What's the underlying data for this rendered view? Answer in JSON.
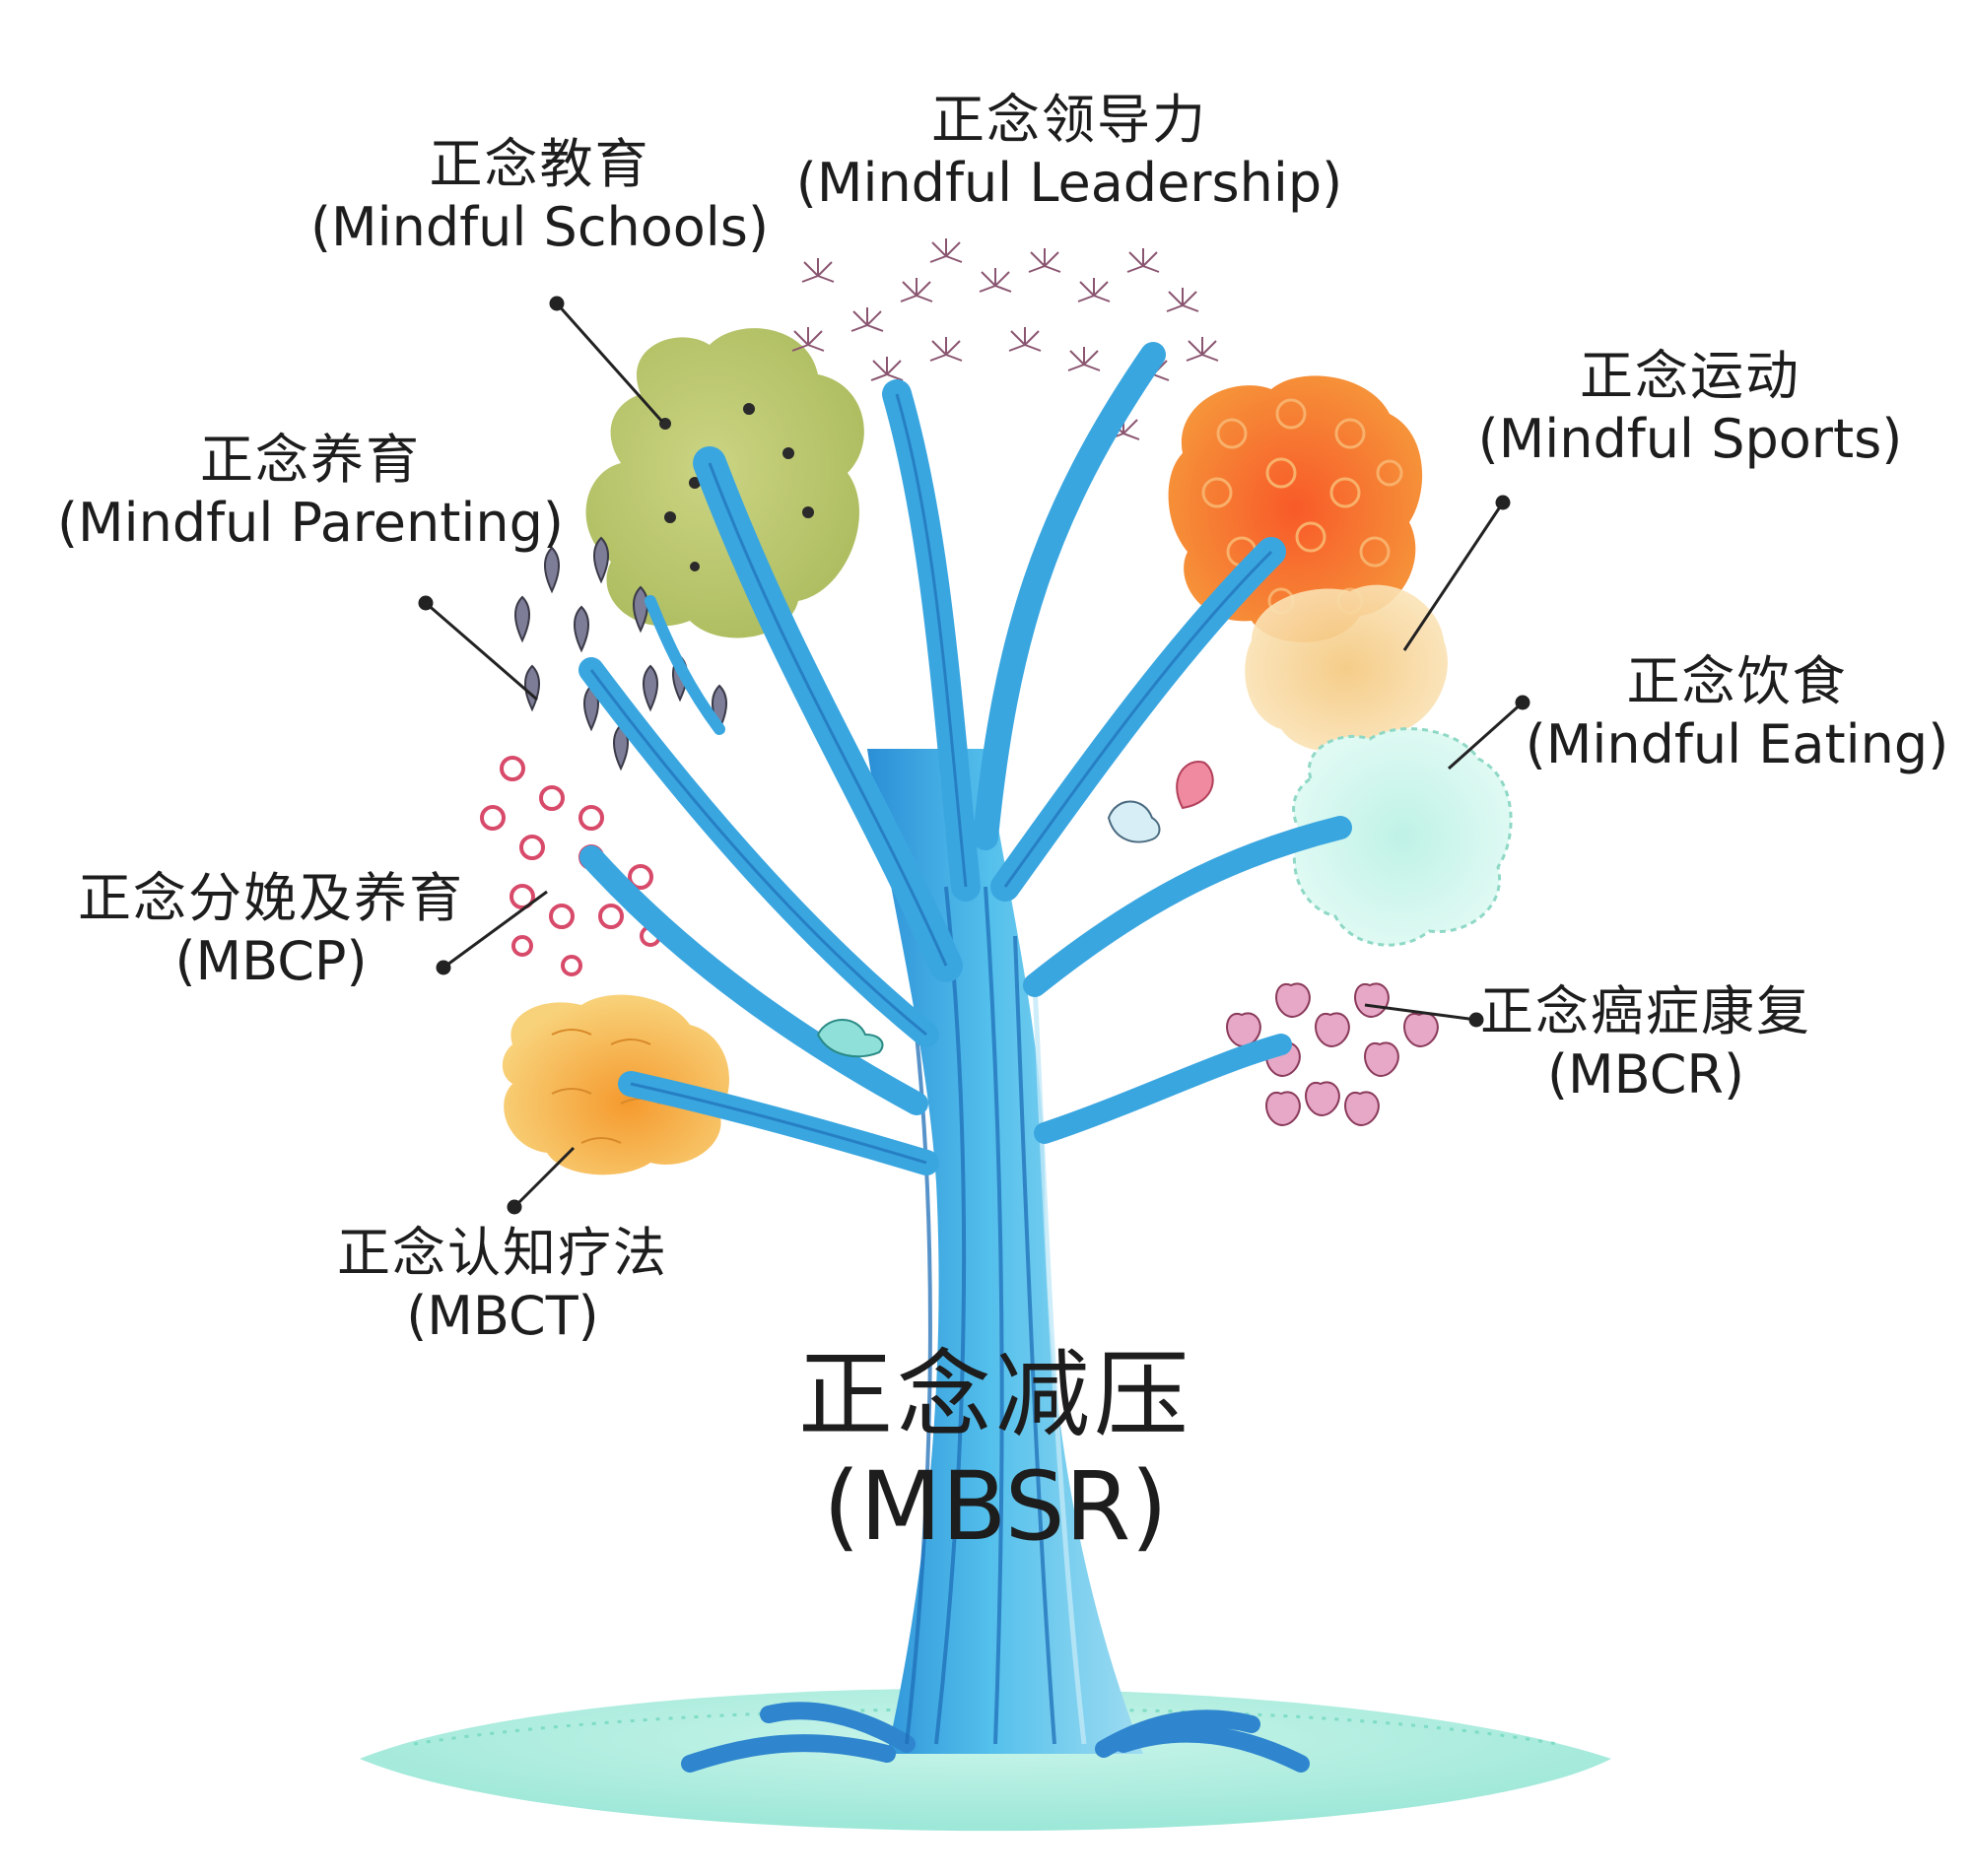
{
  "diagram": {
    "root": {
      "zh": "正念减压",
      "en": "(MBSR)"
    },
    "branches": [
      {
        "key": "leadership",
        "zh": "正念领导力",
        "en": "(Mindful Leadership)",
        "color": "#d8a8c0",
        "icon": "dandelion-flowers-icon"
      },
      {
        "key": "schools",
        "zh": "正念教育",
        "en": "(Mindful Schools)",
        "color": "#b8c46a",
        "icon": "green-foliage-icon"
      },
      {
        "key": "parenting",
        "zh": "正念养育",
        "en": "(Mindful Parenting)",
        "color": "#6f6f86",
        "icon": "tulip-buds-icon"
      },
      {
        "key": "mbcp",
        "zh": "正念分娩及养育",
        "en": "(MBCP)",
        "color": "#d84a6a",
        "icon": "spiral-roses-icon"
      },
      {
        "key": "mbct",
        "zh": "正念认知疗法",
        "en": "(MBCT)",
        "color": "#f3b24a",
        "icon": "golden-blossom-icon"
      },
      {
        "key": "sports",
        "zh": "正念运动",
        "en": "(Mindful Sports)",
        "color": "#f06a2a",
        "icon": "orange-swirl-foliage-icon"
      },
      {
        "key": "eating",
        "zh": "正念饮食",
        "en": "(Mindful Eating)",
        "color": "#9fe3d4",
        "icon": "mint-spiky-foliage-icon"
      },
      {
        "key": "mbcr",
        "zh": "正念癌症康复",
        "en": "(MBCR)",
        "color": "#e0a0c0",
        "icon": "pink-fruit-cluster-icon"
      }
    ],
    "colors": {
      "trunk": "#3aa6e0",
      "trunk_light": "#7fcfee",
      "trunk_dark": "#1f6fb8",
      "ground": "#a8eedd",
      "pointer": "#222222"
    }
  }
}
